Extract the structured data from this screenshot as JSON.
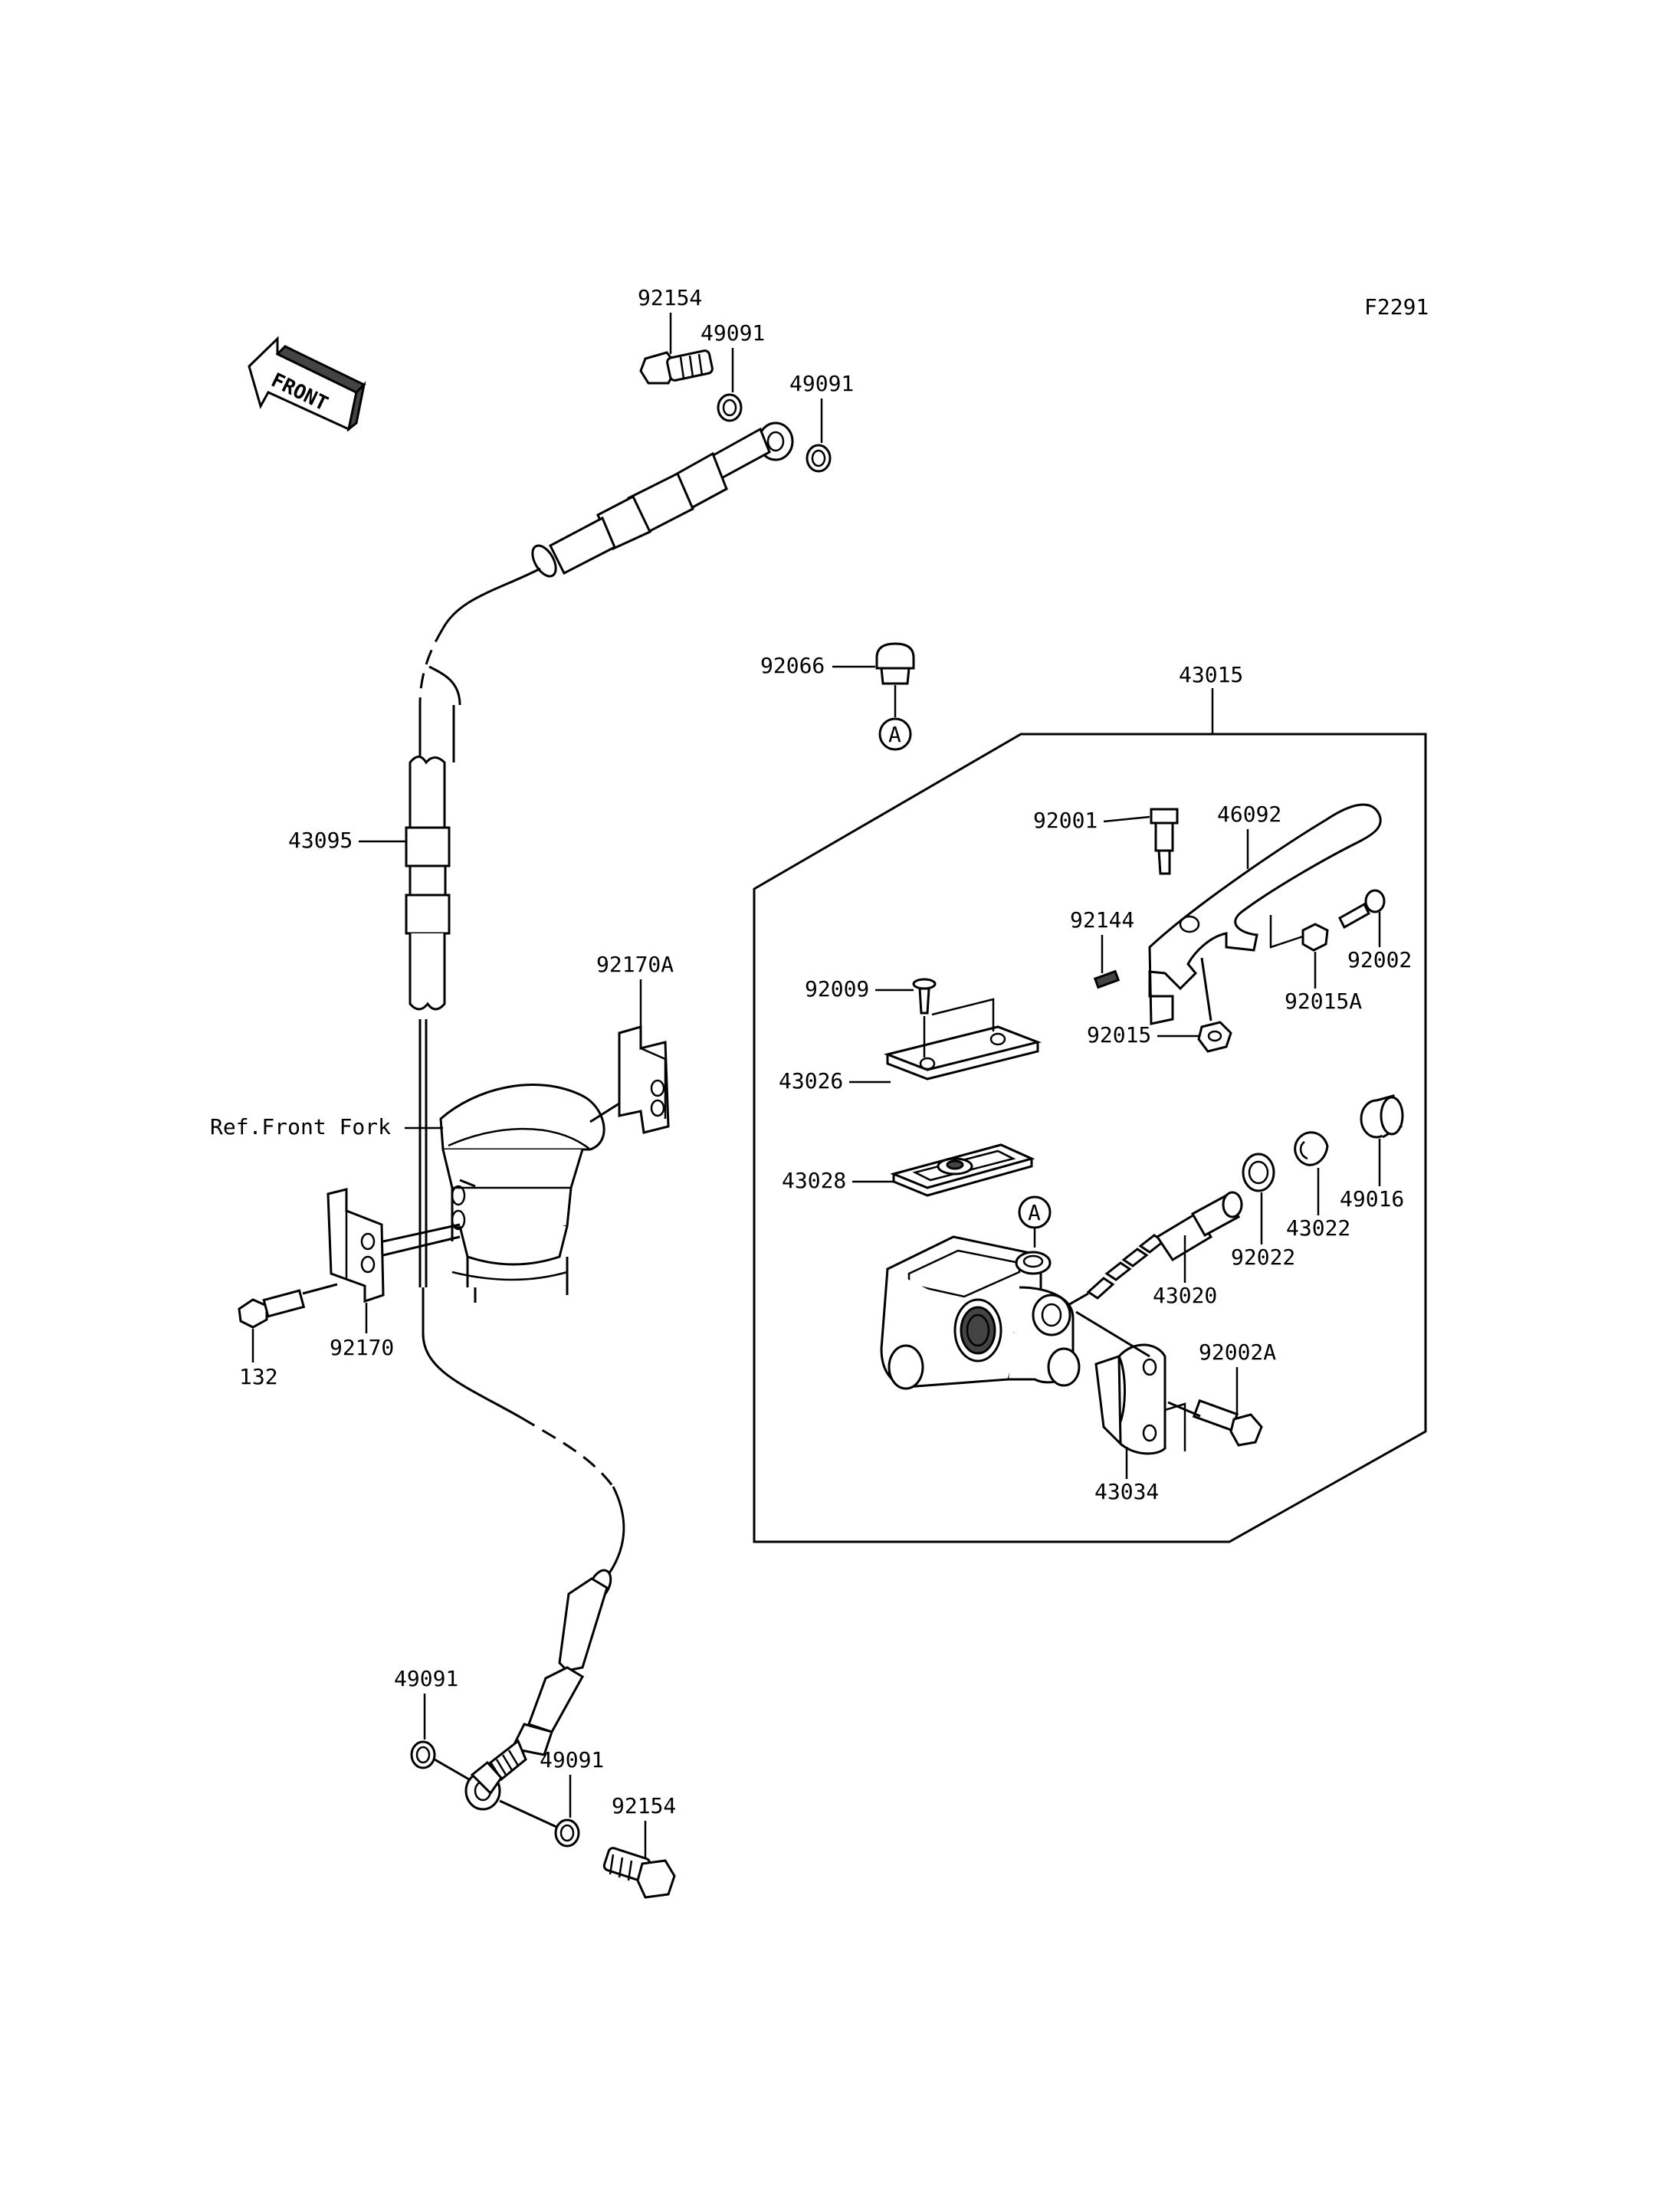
{
  "diagram_code": "F2291",
  "front_label": "FRONT",
  "ref_note": "Ref.Front Fork",
  "marker_label": "A",
  "parts": {
    "p92154_top": "92154",
    "p49091_top_left": "49091",
    "p49091_top_right": "49091",
    "p92066": "92066",
    "p43015": "43015",
    "p43095": "43095",
    "p92170A": "92170A",
    "p92170": "92170",
    "p132": "132",
    "p92001": "92001",
    "p46092": "46092",
    "p92144": "92144",
    "p92002": "92002",
    "p92009": "92009",
    "p92015A": "92015A",
    "p92015": "92015",
    "p43026": "43026",
    "p43028": "43028",
    "p49016": "49016",
    "p43022": "43022",
    "p92022": "92022",
    "p43020": "43020",
    "p92002A": "92002A",
    "p43034": "43034",
    "p49091_bot_left": "49091",
    "p49091_bot_right": "49091",
    "p92154_bot": "92154"
  }
}
